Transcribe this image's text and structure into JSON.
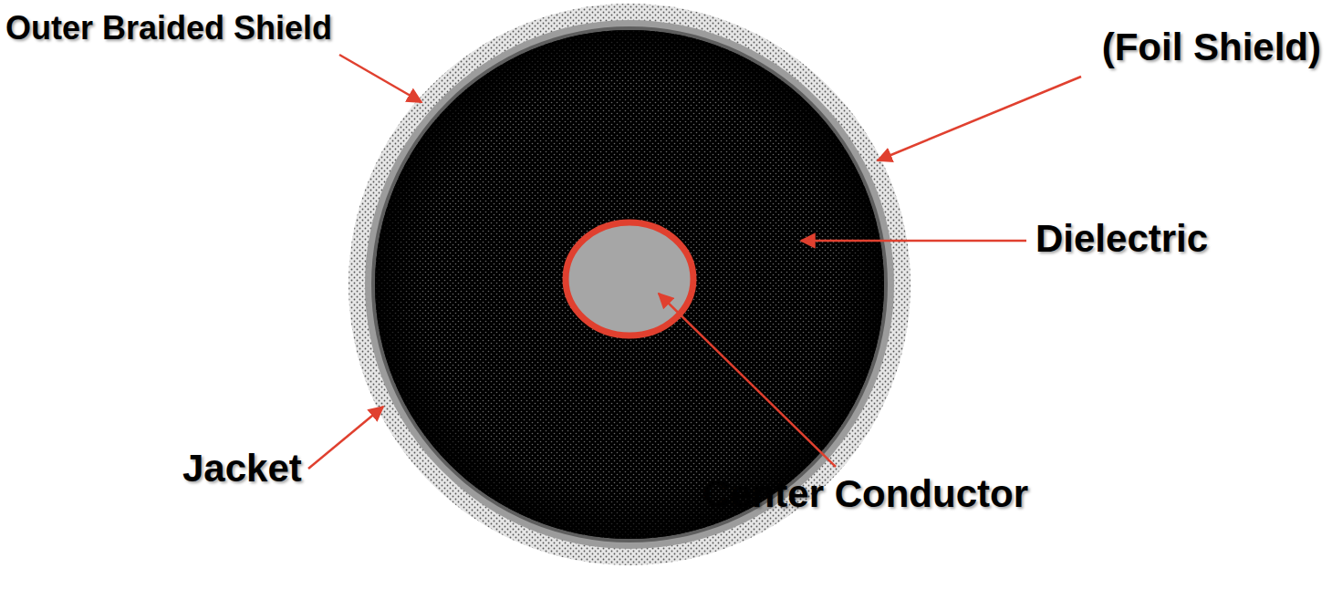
{
  "diagram": {
    "labels": [
      "Outer Braided Shield",
      "(Foil Shield)",
      "Dielectric",
      "Jacket",
      "Center Conductor"
    ]
  }
}
